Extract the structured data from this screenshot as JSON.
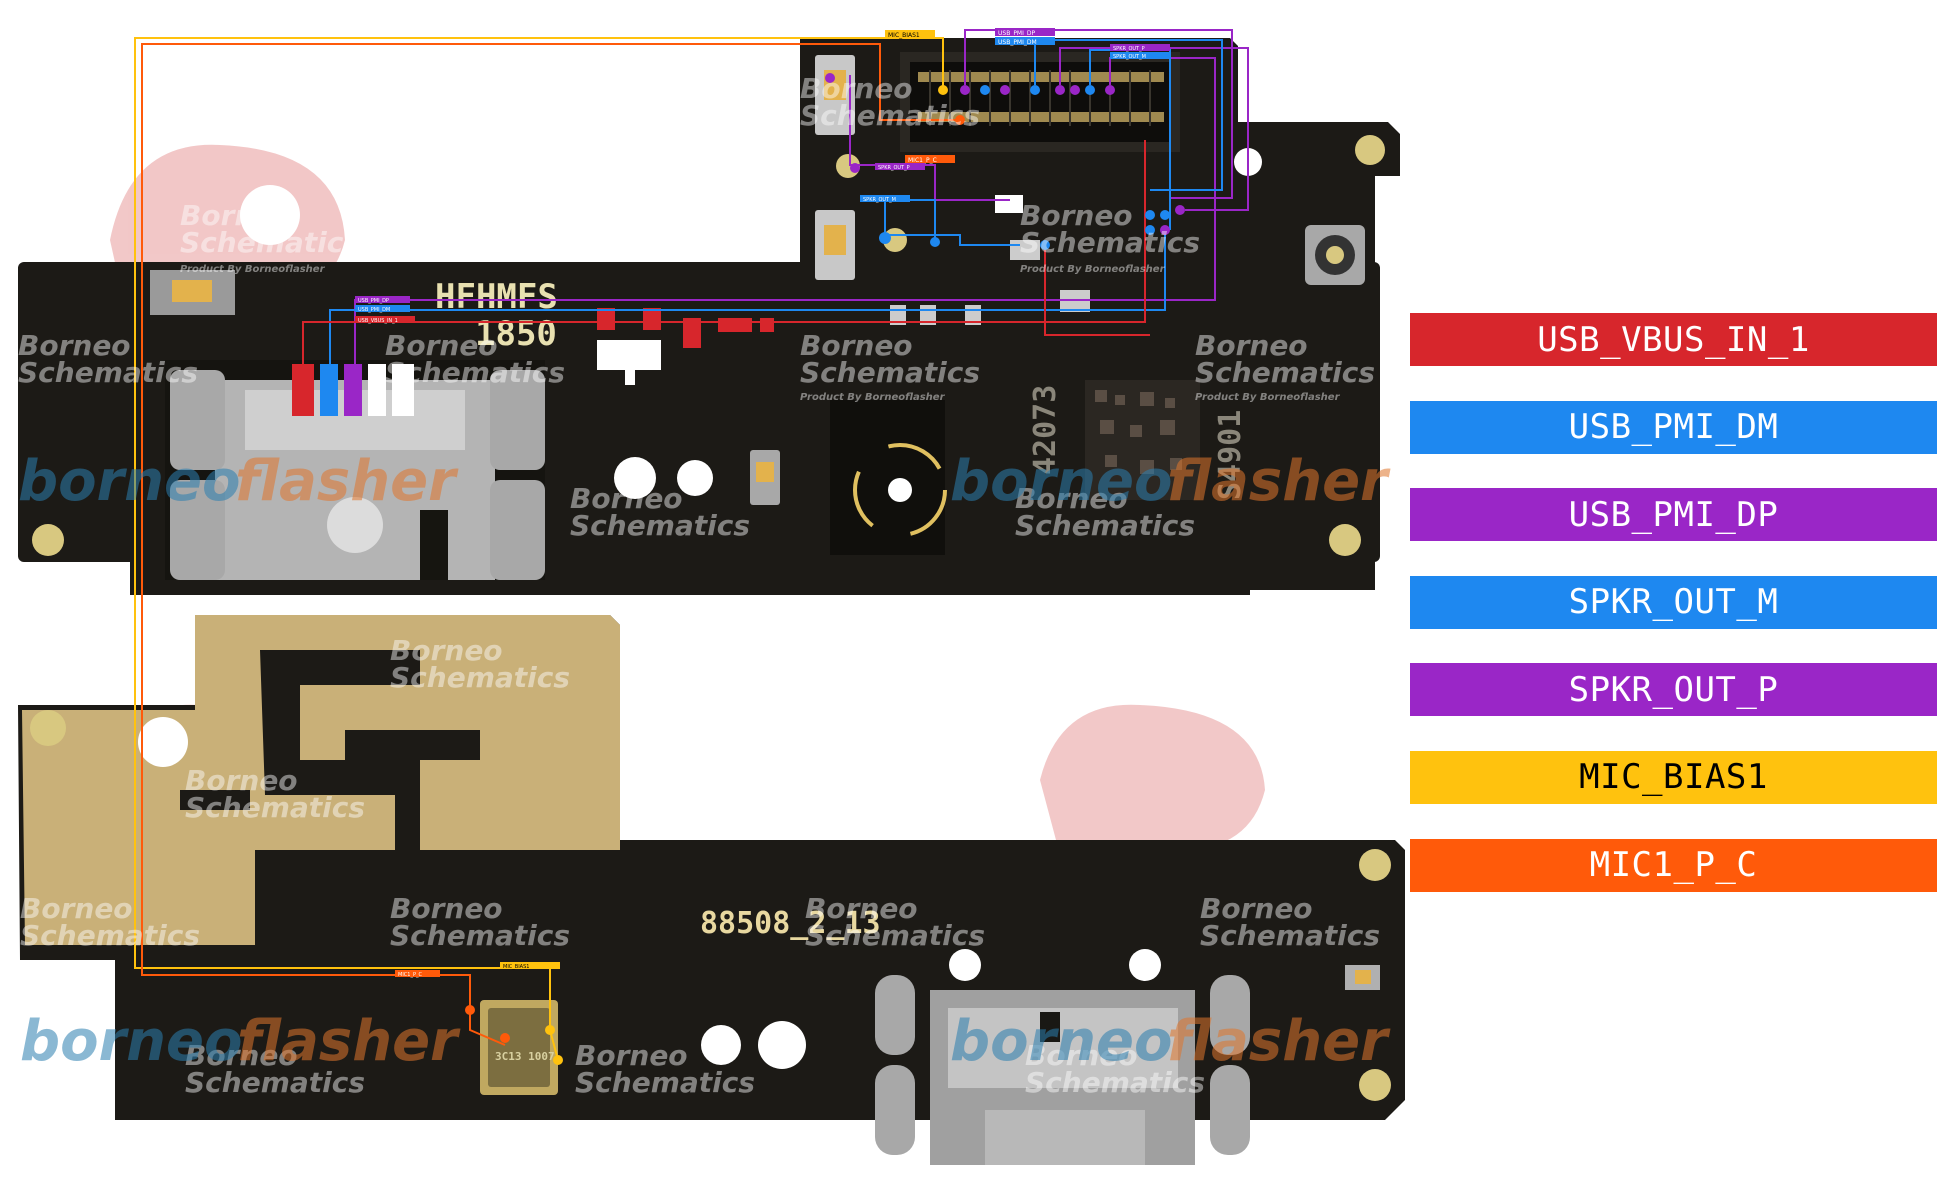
{
  "legend": [
    {
      "label": "USB_VBUS_IN_1",
      "color": "#d7262c",
      "text_color": "#ffffff"
    },
    {
      "label": "USB_PMI_DM",
      "color": "#1e88f0",
      "text_color": "#ffffff"
    },
    {
      "label": "USB_PMI_DP",
      "color": "#9a26c7",
      "text_color": "#ffffff"
    },
    {
      "label": "SPKR_OUT_M",
      "color": "#1e88f0",
      "text_color": "#ffffff"
    },
    {
      "label": "SPKR_OUT_P",
      "color": "#9a26c7",
      "text_color": "#ffffff"
    },
    {
      "label": "MIC_BIAS1",
      "color": "#ffc20e",
      "text_color": "#000000"
    },
    {
      "label": "MIC1_P_C",
      "color": "#ff5a0a",
      "text_color": "#ffffff"
    }
  ],
  "board_colors": {
    "pcb": "#1c1a16",
    "gold": "#c9b078",
    "metal": "#b8b8b8",
    "pad": "#d8c880"
  },
  "silkscreen": {
    "top_board_code": "HFHMFS",
    "top_board_date": "1850",
    "top_board_vertical_1": "42073",
    "top_board_vertical_2": "S4901",
    "bottom_board_code": "88508_2_13",
    "mic_chip": "3C13 1007"
  },
  "pin_labels": {
    "mic_bias_top": "MIC_BIAS1",
    "dp_top": "USB_PMI_DP",
    "dm_top": "USB_PMI_DM",
    "spkr_p": "SPKR_OUT_P",
    "spkr_m": "SPKR_OUT_M",
    "mic_p": "MIC1_P_C",
    "spkr_p_left": "SPKR_OUT_P",
    "spkr_m_left": "SPKR_OUT_M",
    "usb_dp_left": "USB_PMI_DP",
    "usb_dm_left": "USB_PMI_DM",
    "vbus_left": "USB_VBUS_IN_1",
    "mic_p_bottom": "MIC1_P_C",
    "mic_bias_bottom": "MIC_BIAS1"
  },
  "watermarks": {
    "brand": "Borneo",
    "brand2": "Schematics",
    "product": "Product By Borneoflasher",
    "logo1": "borneo",
    "logo2": "flasher"
  }
}
